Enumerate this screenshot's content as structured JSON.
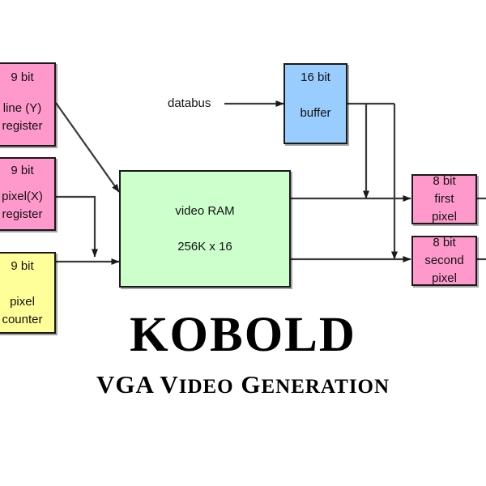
{
  "diagram": {
    "title": "KOBOLD",
    "subtitle_parts": {
      "lead1": "VGA",
      "space": " ",
      "v": "V",
      "ideo": "IDEO",
      "space2": " ",
      "g": "G",
      "eneration": "ENERATION"
    },
    "subtitle_full": "VGA VIDEO GENERATION",
    "colors": {
      "pink": "#ff99cc",
      "green": "#ccffcc",
      "blue": "#99ccff",
      "yellow": "#ffff99",
      "line": "#3a3a3a",
      "border": "#1a1a1a"
    },
    "labels": {
      "databus": "databus"
    },
    "blocks": [
      {
        "id": "line-y-register",
        "color": "pink",
        "line1": "9 bit",
        "line2": "line (Y)",
        "line3": "register"
      },
      {
        "id": "pixel-x-register",
        "color": "pink",
        "line1": "9 bit",
        "line2": "pixel(X)",
        "line3": "register"
      },
      {
        "id": "pixel-counter",
        "color": "yellow",
        "line1": "9 bit",
        "line2": "pixel",
        "line3": "counter"
      },
      {
        "id": "video-ram",
        "color": "green",
        "line1": "video RAM",
        "line2": "256K x 16"
      },
      {
        "id": "buffer",
        "color": "blue",
        "line1": "16 bit",
        "line2": "buffer"
      },
      {
        "id": "first-pixel",
        "color": "pink",
        "line1": "8 bit",
        "line2": "first",
        "line3": "pixel"
      },
      {
        "id": "second-pixel",
        "color": "pink",
        "line1": "8 bit",
        "line2": "second",
        "line3": "pixel"
      }
    ]
  }
}
